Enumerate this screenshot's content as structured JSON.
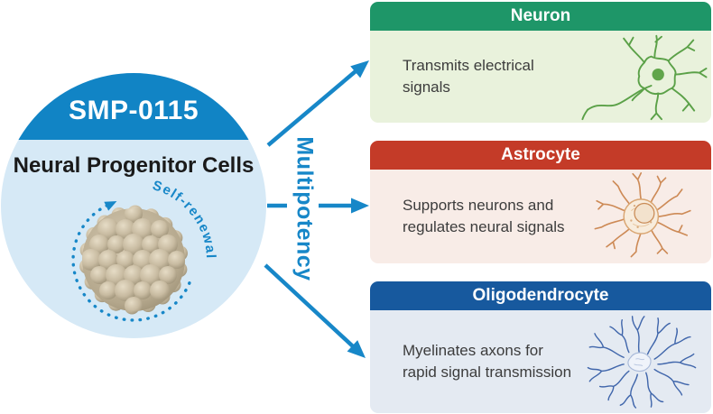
{
  "colors": {
    "accent": "#1787C8",
    "circle_dark": "#1184C5",
    "circle_light": "#D6E9F6",
    "neuron_header": "#1E9668",
    "neuron_body": "#E9F2DC",
    "neuron_line": "#5BA148",
    "astrocyte_header": "#C43B28",
    "astrocyte_body": "#F8ECE7",
    "astrocyte_line": "#CD8A56",
    "oligodendrocyte_header": "#17599E",
    "oligodendrocyte_body": "#E4EAF2",
    "oligodendrocyte_line": "#4066AB",
    "body_text": "#3C3C3C"
  },
  "source_cell": {
    "product_name": "SMP-0115",
    "cell_type": "Neural Progenitor Cells",
    "self_renewal_label": "Self-renewal"
  },
  "multipotency_label": "Multipotency",
  "panels": [
    {
      "title": "Neuron",
      "desc_line1": "Transmits electrical",
      "desc_line2": "signals"
    },
    {
      "title": "Astrocyte",
      "desc_line1": "Supports neurons and",
      "desc_line2": "regulates neural signals"
    },
    {
      "title": "Oligodendrocyte",
      "desc_line1": "Myelinates axons for",
      "desc_line2": "rapid signal transmission"
    }
  ]
}
